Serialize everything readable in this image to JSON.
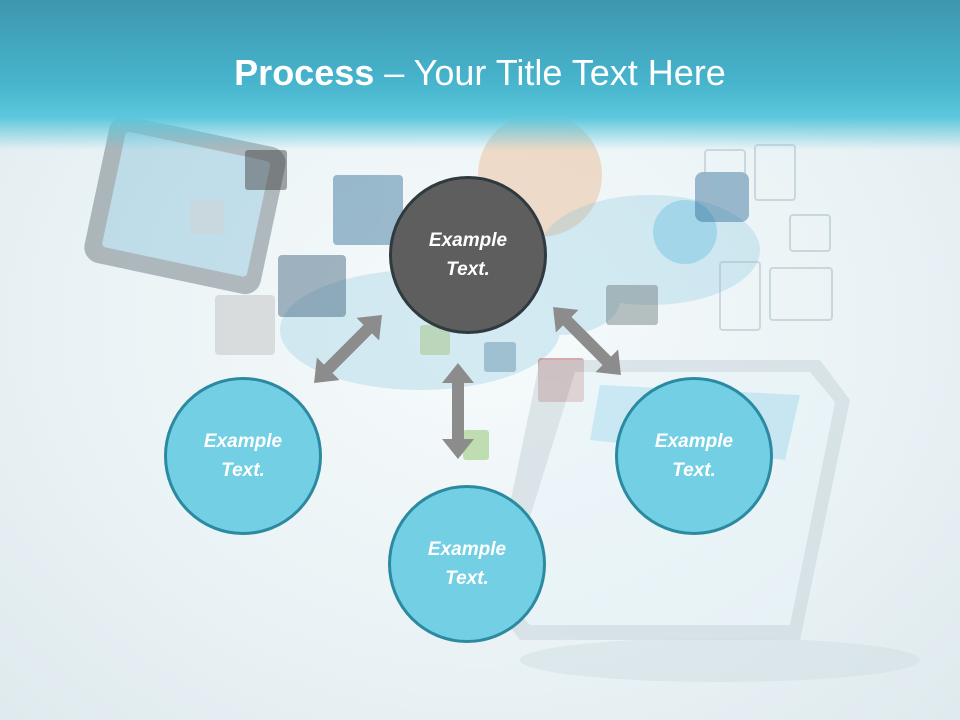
{
  "title": {
    "bold": "Process",
    "separator": " – ",
    "rest": "Your Title Text Here"
  },
  "nodes": {
    "top": "Example Text.",
    "left": "Example Text.",
    "bottom": "Example Text.",
    "right": "Example Text."
  },
  "colors": {
    "header": "#47b4cd",
    "center_node": "#5e5e5e",
    "outer_node": "#72cfe4",
    "outer_node_border": "#2c8aa0",
    "arrow": "#8c8c8c"
  }
}
